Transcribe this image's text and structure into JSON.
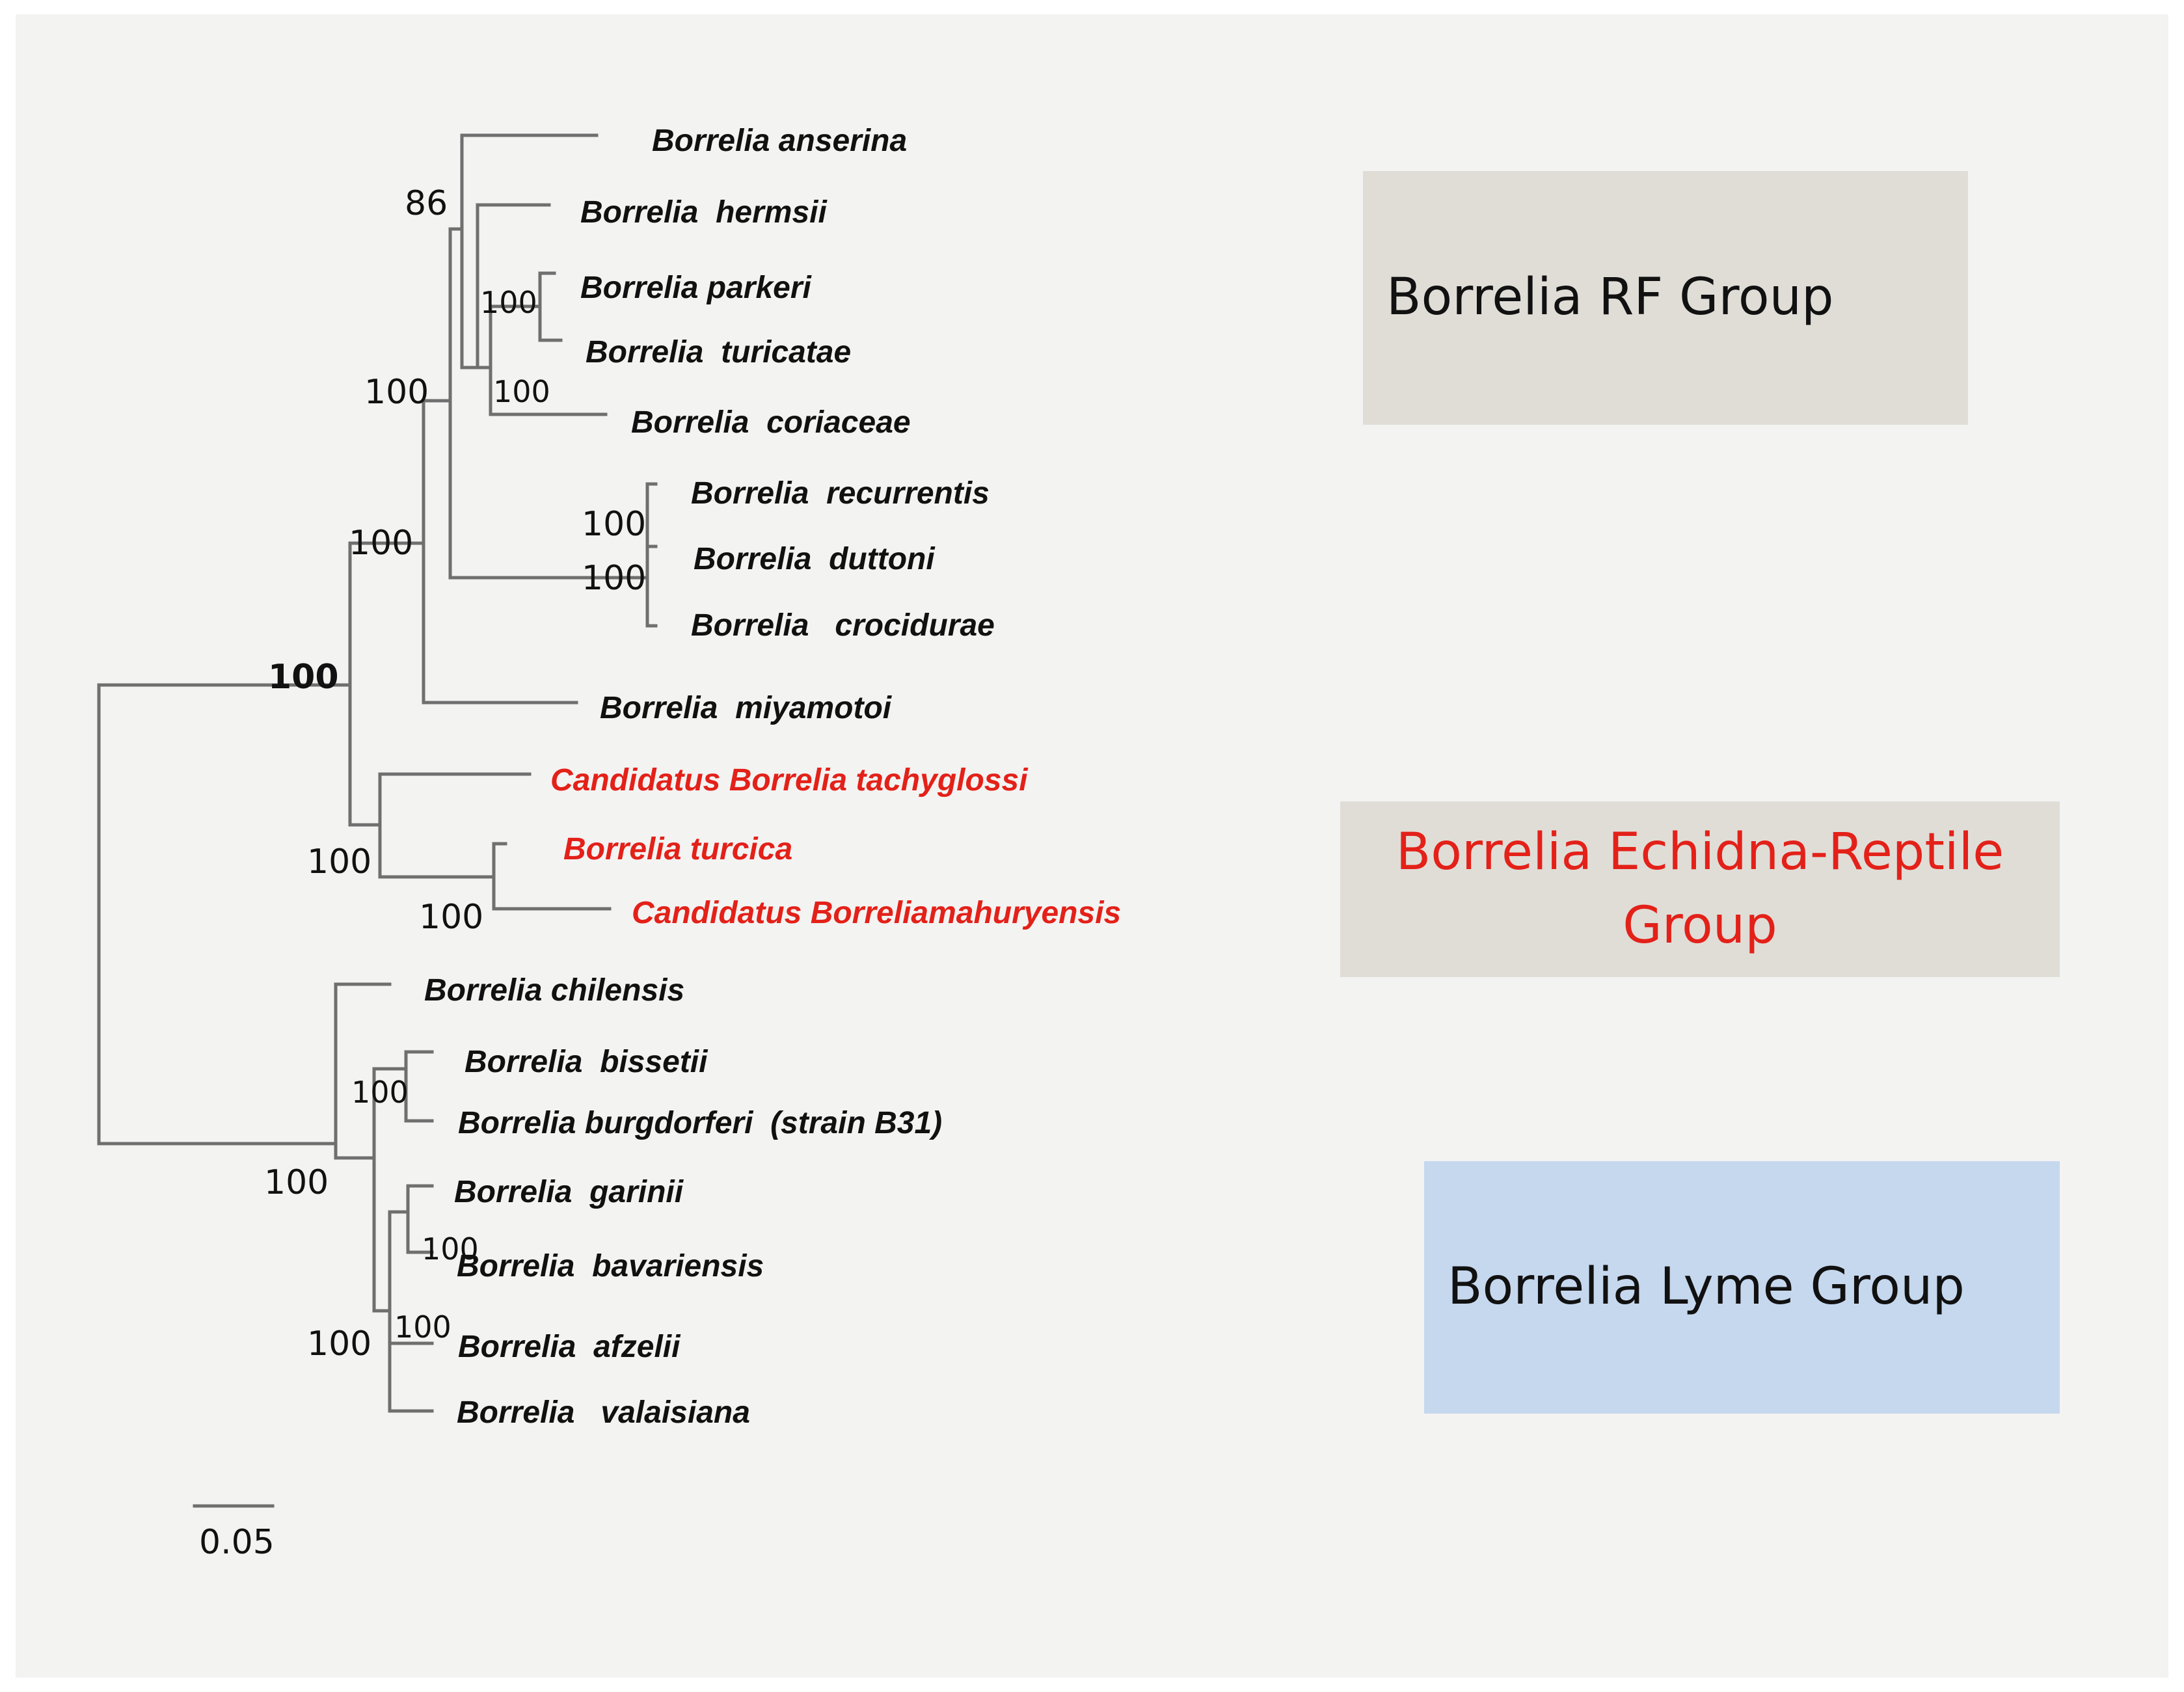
{
  "groups": {
    "rf": {
      "label": "Borrelia RF Group",
      "color": "#e0ddd7",
      "text_color": "#111111"
    },
    "echidna_reptile": {
      "label_line1": "Borrelia Echidna-Reptile",
      "label_line2": "Group",
      "color": "#e0ddd7",
      "text_color": "#e32119"
    },
    "lyme": {
      "label": "Borrelia Lyme  Group",
      "color": "#c6d8ee",
      "text_color": "#111111"
    }
  },
  "taxa": [
    {
      "name": "Borrelia anserina",
      "group": "rf"
    },
    {
      "name": "Borrelia  hermsii",
      "group": "rf"
    },
    {
      "name": "Borrelia parkeri",
      "group": "rf"
    },
    {
      "name": "Borrelia  turicatae",
      "group": "rf"
    },
    {
      "name": "Borrelia  coriaceae",
      "group": "rf"
    },
    {
      "name": "Borrelia  recurrentis",
      "group": "rf"
    },
    {
      "name": "Borrelia  duttoni",
      "group": "rf"
    },
    {
      "name": "Borrelia   crocidurae",
      "group": "rf"
    },
    {
      "name": "Borrelia  miyamotoi",
      "group": "rf"
    },
    {
      "name": "Candidatus Borrelia tachyglossi",
      "group": "echidna_reptile"
    },
    {
      "name": "Borrelia turcica",
      "group": "echidna_reptile"
    },
    {
      "name": "Candidatus Borreliamahuryensis",
      "group": "echidna_reptile"
    },
    {
      "name": "Borrelia chilensis",
      "group": "lyme"
    },
    {
      "name": "Borrelia  bissetii",
      "group": "lyme"
    },
    {
      "name": "Borrelia burgdorferi  (strain B31)",
      "group": "lyme"
    },
    {
      "name": "Borrelia  garinii",
      "group": "lyme"
    },
    {
      "name": "Borrelia  bavariensis",
      "group": "lyme"
    },
    {
      "name": "Borrelia  afzelii",
      "group": "lyme"
    },
    {
      "name": "Borrelia   valaisiana",
      "group": "lyme"
    }
  ],
  "support_values": [
    "86",
    "100",
    "100",
    "100",
    "100",
    "100",
    "100",
    "100",
    "100",
    "100",
    "100",
    "100",
    "100",
    "100",
    "100"
  ],
  "scale_bar": {
    "label": "0.05",
    "value": 0.05
  },
  "colors": {
    "highlight_taxa": "#e32119",
    "branch": "#6f6f6f"
  }
}
